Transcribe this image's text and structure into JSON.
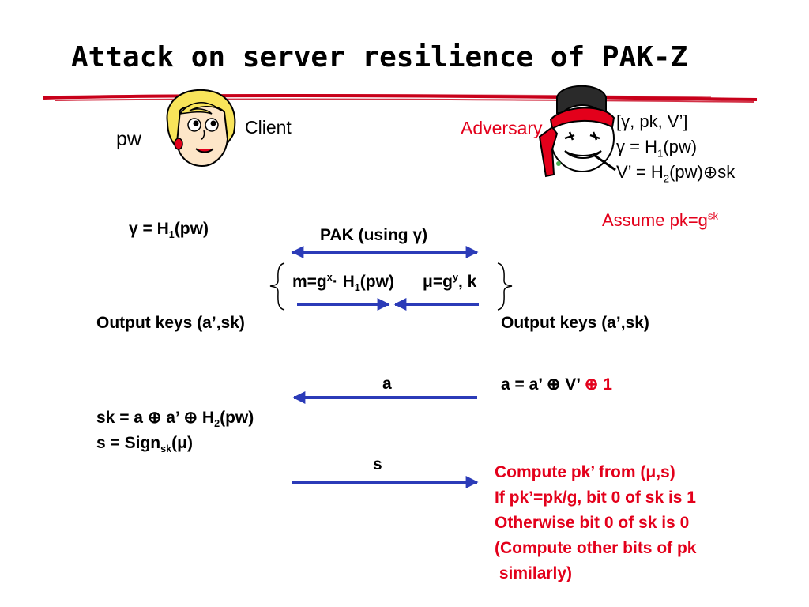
{
  "slide": {
    "title": "Attack on server resilience of PAK-Z"
  },
  "client": {
    "pw_label": "pw",
    "name": "Client"
  },
  "adversary": {
    "name": "Adversary",
    "knowledge": {
      "line1_open": "[",
      "line1_gamma": "γ",
      "line1_rest": ", pk, V’]",
      "line2_gamma": "γ",
      "line2_eq": " = H",
      "line2_sub": "1",
      "line2_arg": "(pw)",
      "line3_pre": "V’ = H",
      "line3_sub": "2",
      "line3_arg": "(pw)",
      "line3_op": "⊕",
      "line3_end": "sk"
    },
    "assume_pre": "Assume pk=g",
    "assume_sup": "sk"
  },
  "protocol": {
    "gamma_def_gamma": "γ",
    "gamma_def_eq": " = H",
    "gamma_def_sub": "1",
    "gamma_def_arg": "(pw)",
    "pak_pre": "PAK (using ",
    "pak_gamma": "γ",
    "pak_post": ")",
    "msg_m_pre": "m=g",
    "msg_m_sup": "x",
    "msg_m_mid": "· H",
    "msg_m_sub": "1",
    "msg_m_arg": "(pw)",
    "msg_mu": "μ",
    "msg_mu_pre": "=g",
    "msg_mu_sup": "y",
    "msg_mu_post": ", k",
    "output_left": "Output keys (a’,sk)",
    "output_right": "Output keys (a’,sk)",
    "a_label": "a",
    "a_def_pre": "a = a’ ",
    "a_def_op1": "⊕",
    "a_def_mid": " V’ ",
    "a_def_op2": "⊕",
    "a_def_one": " 1",
    "sk_pre": "sk = a ",
    "sk_op1": "⊕",
    "sk_mid": " a’ ",
    "sk_op2": "⊕",
    "sk_h": " H",
    "sk_sub": "2",
    "sk_arg": "(pw)",
    "s_pre": "s = Sign",
    "s_sub": "sk",
    "s_open": "(",
    "s_mu": "μ",
    "s_close": ")",
    "s_label": "s"
  },
  "attack_steps": {
    "line1_pre": "Compute pk’ from (",
    "line1_mu": "μ",
    "line1_post": ",s)",
    "line2": "If pk’=pk/g, bit 0 of sk is 1",
    "line3": "Otherwise bit 0 of sk is 0",
    "line4": "(Compute other bits of pk",
    "line5": " similarly)"
  },
  "colors": {
    "arrow": "#2b3bb8",
    "accent_red": "#e3001b",
    "underline_red": "#c8001a"
  }
}
